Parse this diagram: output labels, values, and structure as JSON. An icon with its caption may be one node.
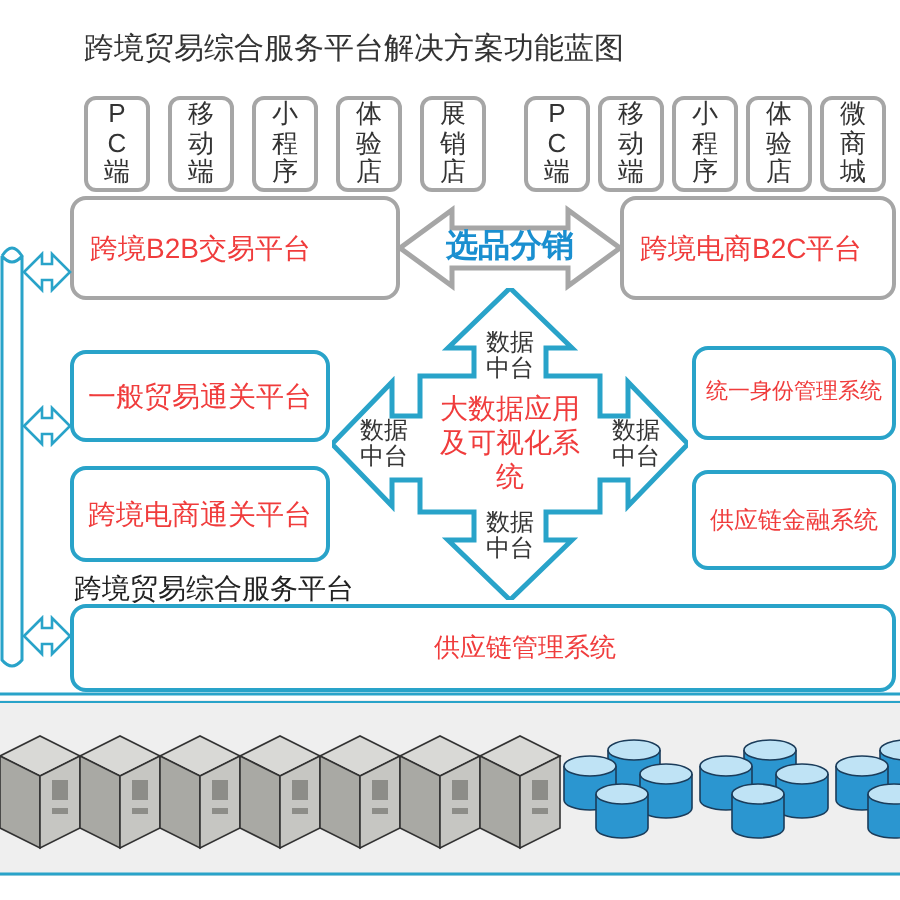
{
  "diagram": {
    "title": "跨境贸易综合服务平台解决方案功能蓝图",
    "nodes": [
      {
        "text": [
          "PC端"
        ]
      },
      {
        "text": [
          "移动端"
        ]
      },
      {
        "text": [
          "小程序"
        ]
      },
      {
        "text": [
          "体验店"
        ]
      },
      {
        "text": [
          "展销店"
        ]
      },
      {
        "text": [
          "PC端"
        ]
      },
      {
        "text": [
          "移动端"
        ]
      },
      {
        "text": [
          "小程序"
        ]
      },
      {
        "text": [
          "体验店"
        ]
      },
      {
        "text": [
          "微商城"
        ]
      },
      {
        "text": [
          "跨境B2B交易平台"
        ]
      },
      {
        "text": [
          "跨境电商B2C平台"
        ]
      },
      {
        "text": [],
        "shape": "cylinder"
      },
      {
        "text": [
          "一般贸易通关平台"
        ]
      },
      {
        "text": [
          "跨境电商通关平台"
        ]
      },
      {
        "text": [
          "大数据应用及可视化系统"
        ]
      },
      {
        "text": [
          "统一身份管理系统"
        ]
      },
      {
        "text": [
          "供应链金融系统"
        ]
      },
      {
        "text": [
          "跨境贸易综合服务平台",
          "供应链管理系统"
        ]
      }
    ],
    "edges": [
      {
        "from": 10,
        "to": 11,
        "arrow": "both",
        "label": "选品分销",
        "style": "thick",
        "color": "#a6a6a6"
      },
      {
        "from": 12,
        "to": 10,
        "arrow": "both"
      },
      {
        "from": 12,
        "to": 13,
        "arrow": "both"
      },
      {
        "from": 12,
        "to": 18,
        "arrow": "both"
      }
    ],
    "labels": [
      "数据中台",
      "数据中台",
      "数据中台",
      "数据中台"
    ]
  }
}
